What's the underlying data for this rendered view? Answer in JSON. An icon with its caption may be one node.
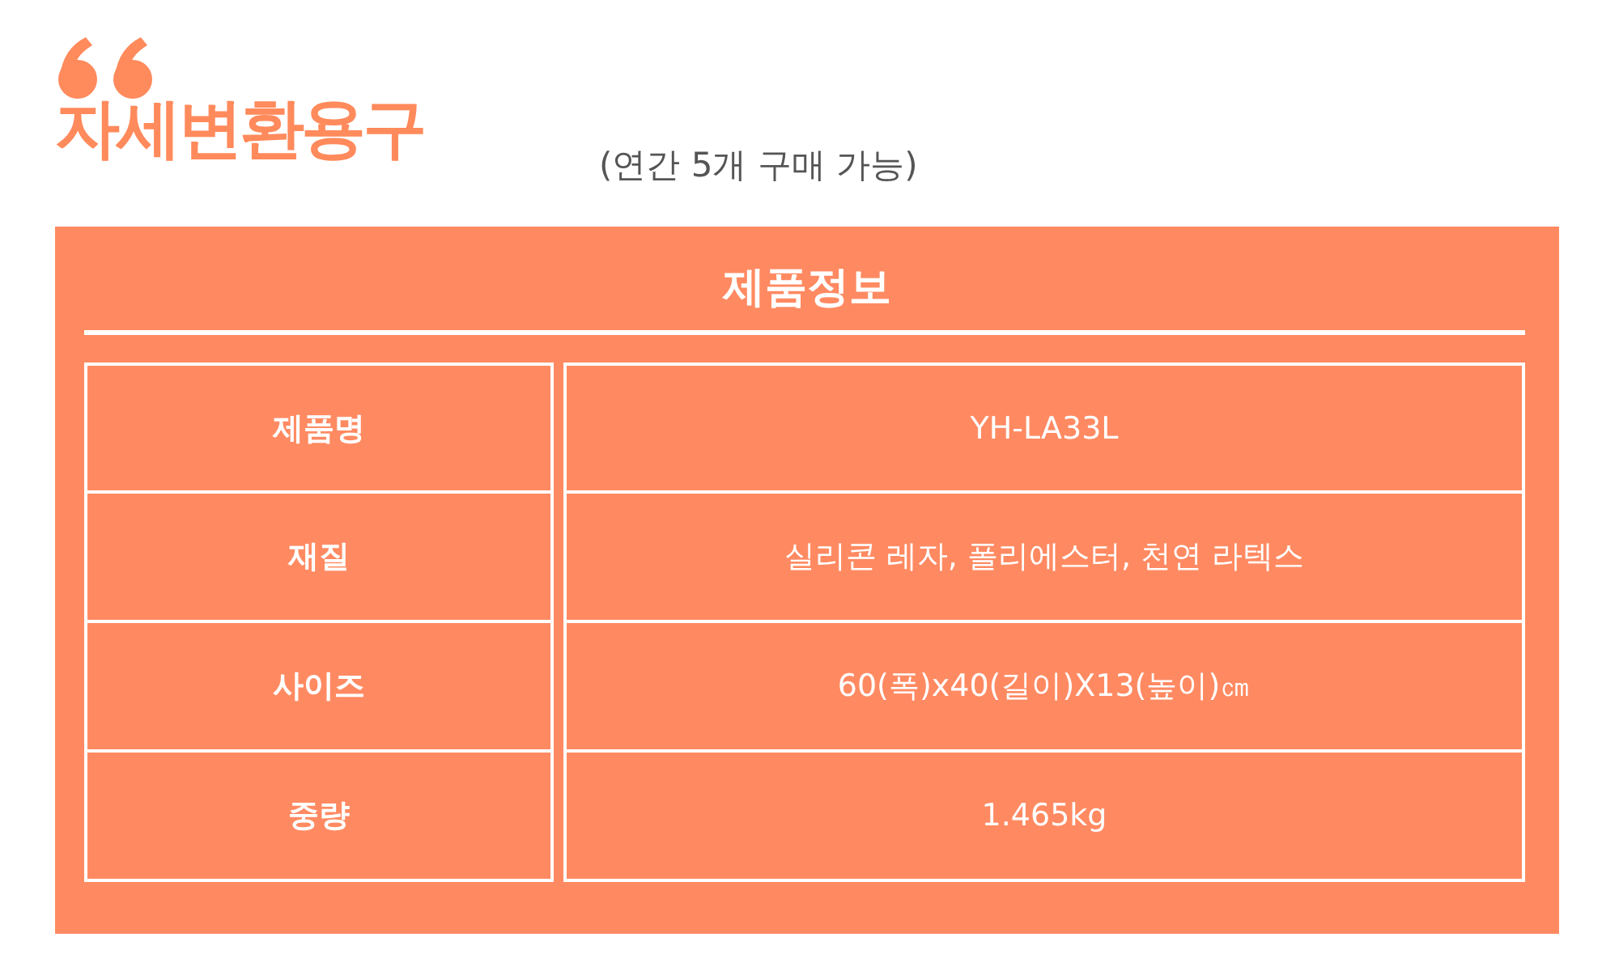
{
  "diagram": {
    "title": "자세변환용구",
    "labels": [
      "(연간 5개 구매 가능)",
      "제품정보",
      "제품명",
      "YH-LA33L",
      "재질",
      "실리콘 레자, 폴리에스터, 천연 라텍스",
      "사이즈",
      "60(폭)x40(길이)X13(높이)㎝",
      "중량",
      "1.465kg"
    ]
  }
}
